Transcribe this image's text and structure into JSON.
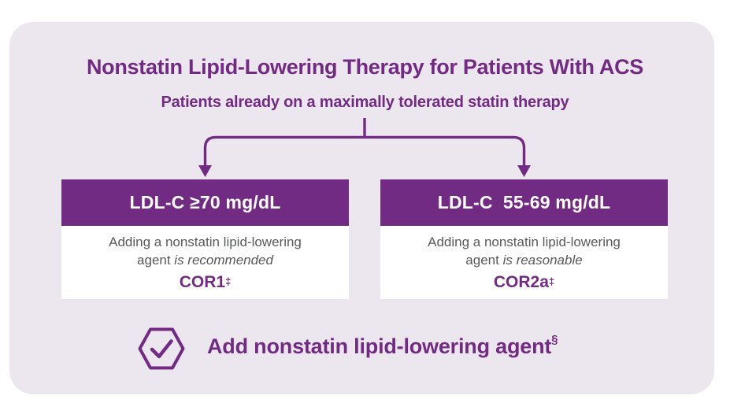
{
  "colors": {
    "purple": "#722B82",
    "card_bg": "#ECE6EF",
    "body_text": "#58595B",
    "white": "#FFFFFF"
  },
  "header": {
    "title": "Nonstatin Lipid-Lowering Therapy for Patients With ACS",
    "subtitle": "Patients already on a maximally tolerated statin therapy"
  },
  "branches": [
    {
      "header_label": "LDL-C ≥70 mg/dL",
      "body_line1": "Adding a nonstatin lipid-lowering",
      "body_line2_regular": "agent ",
      "body_line2_italic": "is recommended",
      "cor_label": "COR1",
      "cor_sup": "‡"
    },
    {
      "header_label": "LDL-C  55-69 mg/dL",
      "body_line1": "Adding a nonstatin lipid-lowering",
      "body_line2_regular": "agent ",
      "body_line2_italic": "is reasonable",
      "cor_label": "COR2a",
      "cor_sup": "‡"
    }
  ],
  "footer": {
    "icon": "checkmark-hexagon-icon",
    "label": "Add nonstatin lipid-lowering agent",
    "sup": "§"
  }
}
